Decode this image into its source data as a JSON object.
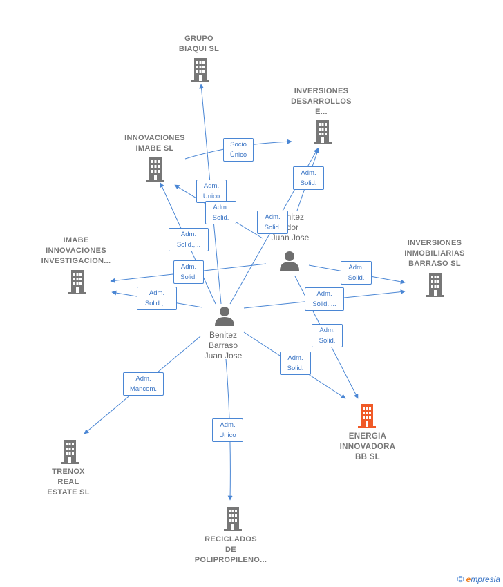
{
  "companies": {
    "grupo_biaqui": "GRUPO\nBIAQUI SL",
    "inversiones_desarrollos": "INVERSIONES\nDESARROLLOS\nE...",
    "innovaciones_imabe": "INNOVACIONES\nIMABE  SL",
    "imabe_innovaciones": "IMABE\nINNOVACIONES\nINVESTIGACION...",
    "inversiones_inmobiliarias": "INVERSIONES\nINMOBILIARIAS\nBARRASO  SL",
    "energia_innovadora": "ENERGIA\nINNOVADORA\nBB  SL",
    "trenox": "TRENOX\nREAL\nESTATE  SL",
    "reciclados": "RECICLADOS\nDE\nPOLIPROPILENO..."
  },
  "persons": {
    "benitez_barraso": "Benitez\nBarraso\nJuan Jose",
    "benitez_other": "Benitez\nador\nJuan Jose"
  },
  "badges": {
    "socio_unico": "Socio\nÚnico",
    "adm_unico_top": "Adm.\nUnico",
    "adm_solid_1": "Adm.\nSolid.",
    "adm_solid_2": "Adm.\nSolid.",
    "adm_solid_3": "Adm.\nSolid.",
    "adm_solid_dots_1": "Adm.\nSolid.,...",
    "adm_solid_4": "Adm.\nSolid.",
    "adm_solid_dots_2": "Adm.\nSolid.,...",
    "adm_solid_5": "Adm.\nSolid.",
    "adm_solid_dots_3": "Adm.\nSolid.,...",
    "adm_solid_6": "Adm.\nSolid.",
    "adm_solid_7": "Adm.\nSolid.",
    "adm_mancom": "Adm.\nMancom.",
    "adm_unico_bottom": "Adm.\nUnico"
  },
  "footer": {
    "copyright": "©",
    "brand_e": "e",
    "brand_rest": "mpresia"
  },
  "colors": {
    "edge": "#4a86d4",
    "building": "#777777",
    "focus_building": "#f05a28",
    "person": "#6e6e6e"
  }
}
